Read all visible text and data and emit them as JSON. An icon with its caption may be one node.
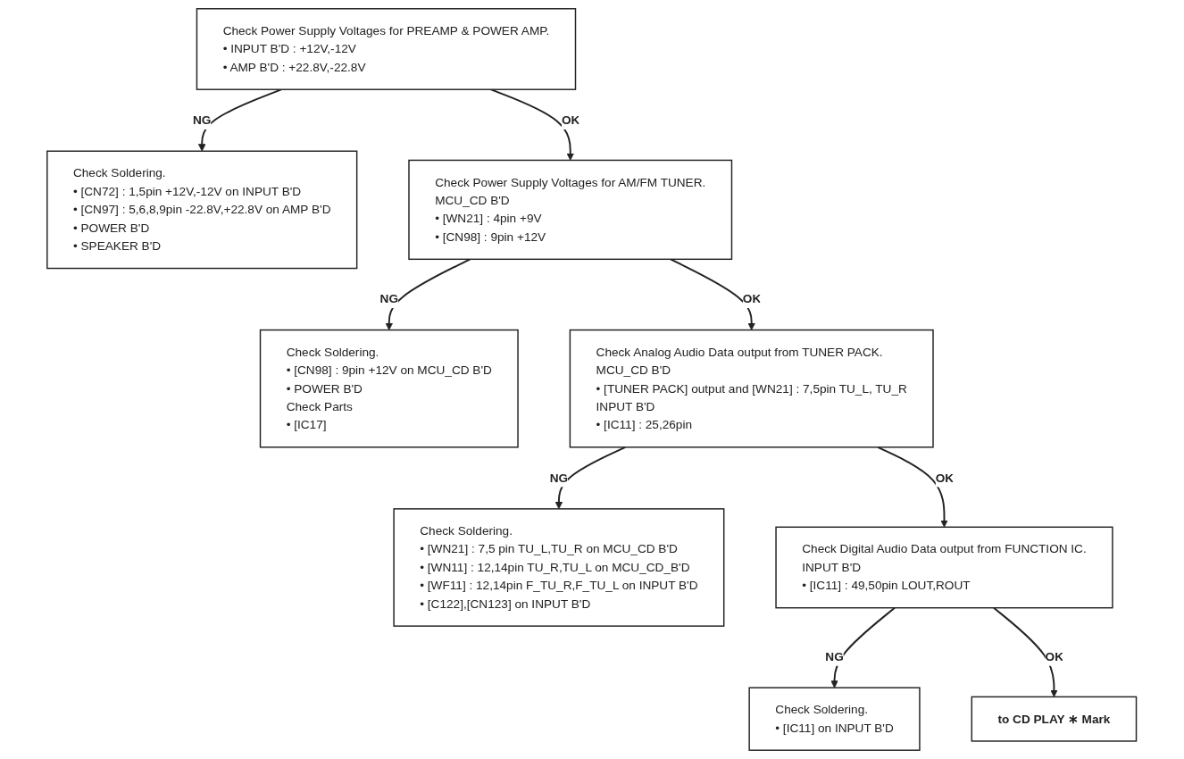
{
  "diagram": {
    "nodes": [
      {
        "text": [
          "Check Power Supply Voltages for PREAMP & POWER AMP.",
          "• INPUT B'D : +12V,-12V",
          "• AMP B'D : +22.8V,-22.8V"
        ]
      },
      {
        "text": [
          "Check Soldering.",
          "• [CN72] : 1,5pin +12V,-12V on INPUT B'D",
          "• [CN97] : 5,6,8,9pin -22.8V,+22.8V on AMP B'D",
          "• POWER B'D",
          "• SPEAKER B'D"
        ]
      },
      {
        "text": [
          "Check Power Supply Voltages for AM/FM TUNER.",
          "MCU_CD B'D",
          "• [WN21] : 4pin +9V",
          "• [CN98] : 9pin +12V"
        ]
      },
      {
        "text": [
          "Check Soldering.",
          "• [CN98] : 9pin +12V on MCU_CD B'D",
          "• POWER B'D",
          "Check Parts",
          "• [IC17]"
        ]
      },
      {
        "text": [
          "Check Analog Audio Data output from TUNER PACK.",
          "MCU_CD B'D",
          "• [TUNER PACK] output and [WN21] : 7,5pin TU_L, TU_R",
          "INPUT B'D",
          "• [IC11] : 25,26pin"
        ]
      },
      {
        "text": [
          "Check Soldering.",
          "• [WN21] : 7,5 pin TU_L,TU_R on MCU_CD B'D",
          "• [WN11] : 12,14pin TU_R,TU_L on MCU_CD_B'D",
          "• [WF11] : 12,14pin F_TU_R,F_TU_L on INPUT B'D",
          "• [C122],[CN123] on INPUT B'D"
        ]
      },
      {
        "text": [
          "Check Digital Audio Data output from FUNCTION IC.",
          "INPUT B'D",
          "• [IC11] : 49,50pin LOUT,ROUT"
        ]
      },
      {
        "text": [
          "Check Soldering.",
          "• [IC11] on INPUT B'D"
        ]
      },
      {
        "text": [
          "to CD PLAY ∗ Mark"
        ]
      }
    ],
    "edges": [
      {
        "from": 0,
        "to": 1,
        "arrow": "to",
        "label": "NG"
      },
      {
        "from": 0,
        "to": 2,
        "arrow": "to",
        "label": "OK"
      },
      {
        "from": 2,
        "to": 3,
        "arrow": "to",
        "label": "NG"
      },
      {
        "from": 2,
        "to": 4,
        "arrow": "to",
        "label": "OK"
      },
      {
        "from": 4,
        "to": 5,
        "arrow": "to",
        "label": "NG"
      },
      {
        "from": 4,
        "to": 6,
        "arrow": "to",
        "label": "OK"
      },
      {
        "from": 6,
        "to": 7,
        "arrow": "to",
        "label": "NG"
      },
      {
        "from": 6,
        "to": 8,
        "arrow": "to",
        "label": "OK"
      }
    ]
  }
}
